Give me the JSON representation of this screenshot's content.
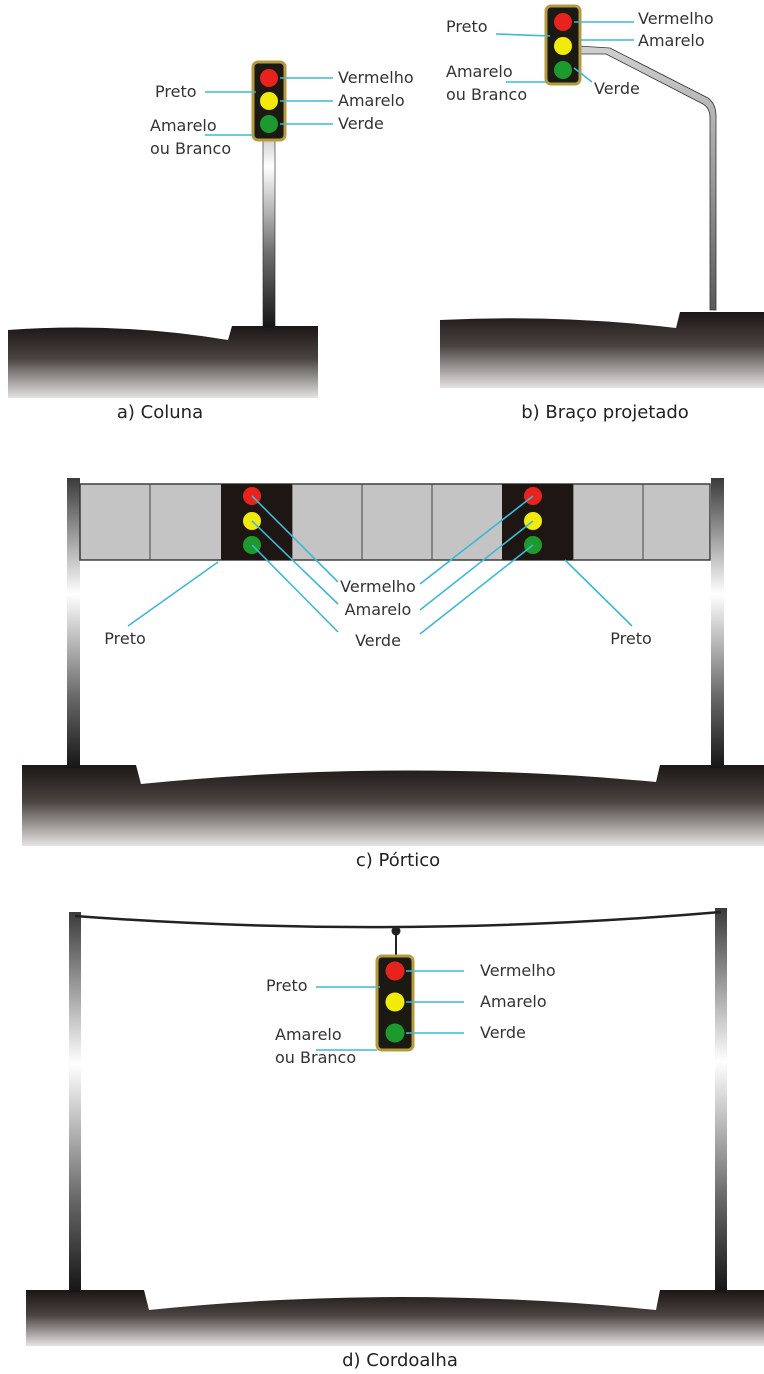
{
  "panels": {
    "a": {
      "caption": "a) Coluna",
      "labels": {
        "black": "Preto",
        "red": "Vermelho",
        "yellow": "Amarelo",
        "green": "Verde",
        "border_1": "Amarelo",
        "border_2": "ou Branco"
      }
    },
    "b": {
      "caption": "b) Braço projetado",
      "labels": {
        "black": "Preto",
        "red": "Vermelho",
        "yellow": "Amarelo",
        "green": "Verde",
        "border_1": "Amarelo",
        "border_2": "ou Branco"
      }
    },
    "c": {
      "caption": "c) Pórtico",
      "labels": {
        "black_left": "Preto",
        "black_right": "Preto",
        "red": "Vermelho",
        "yellow": "Amarelo",
        "green": "Verde"
      }
    },
    "d": {
      "caption": "d) Cordoalha",
      "labels": {
        "black": "Preto",
        "red": "Vermelho",
        "yellow": "Amarelo",
        "green": "Verde",
        "border_1": "Amarelo",
        "border_2": "ou Branco"
      }
    }
  },
  "colors": {
    "lamp_red": "#e8231e",
    "lamp_yellow": "#f2ea0a",
    "lamp_green": "#1d9a2e",
    "housing": "#1a1a12",
    "housing_border": "#b59a3e",
    "leader_line": "#3db8d6",
    "ground_dark": "#2b2523",
    "panel_gray": "#c4c4c4"
  }
}
